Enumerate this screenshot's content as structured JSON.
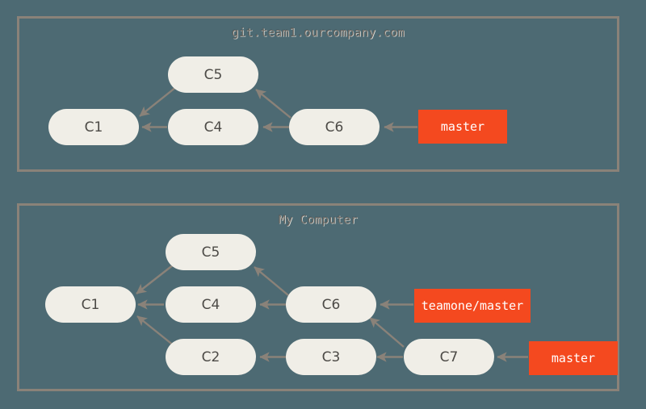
{
  "diagram": {
    "title_alt": "Git remote tracking branch diagram",
    "background_color": "#4d6a73",
    "panel_border_color": "#8a8279",
    "commit_fill_color": "#f0eee7",
    "commit_text_color": "#4c4a46",
    "ref_fill_color": "#f4491f",
    "ref_text_color": "#ffffff",
    "arrow_color": "#8a8279"
  },
  "panels": [
    {
      "id": "remote",
      "title": "git.team1.ourcompany.com",
      "commits": [
        {
          "id": "c1",
          "label": "C1"
        },
        {
          "id": "c4",
          "label": "C4"
        },
        {
          "id": "c5",
          "label": "C5"
        },
        {
          "id": "c6",
          "label": "C6"
        }
      ],
      "refs": [
        {
          "id": "master",
          "label": "master"
        }
      ]
    },
    {
      "id": "local",
      "title": "My Computer",
      "commits": [
        {
          "id": "c1",
          "label": "C1"
        },
        {
          "id": "c2",
          "label": "C2"
        },
        {
          "id": "c3",
          "label": "C3"
        },
        {
          "id": "c4",
          "label": "C4"
        },
        {
          "id": "c5",
          "label": "C5"
        },
        {
          "id": "c6",
          "label": "C6"
        },
        {
          "id": "c7",
          "label": "C7"
        }
      ],
      "refs": [
        {
          "id": "teamone-master",
          "label": "teamone/master"
        },
        {
          "id": "master",
          "label": "master"
        }
      ]
    }
  ]
}
